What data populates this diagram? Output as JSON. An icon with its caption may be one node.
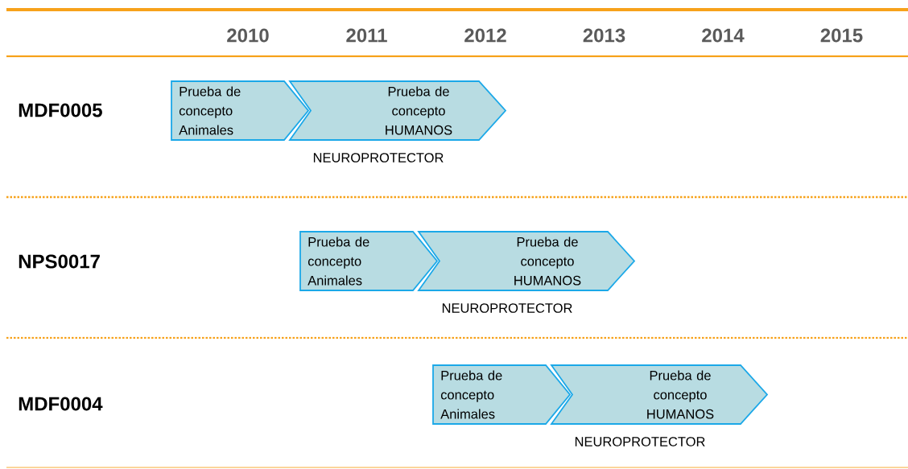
{
  "diagram": {
    "nodes": [
      {
        "text": [
          "Prueba de concepto Animales"
        ]
      },
      {
        "text": [
          "Prueba de concepto HUMANOS"
        ],
        "beside": [
          "NEUROPROTECTOR"
        ]
      },
      {
        "text": [
          "Prueba de concepto Animales"
        ]
      },
      {
        "text": [
          "Prueba de concepto HUMANOS"
        ],
        "beside": [
          "NEUROPROTECTOR"
        ]
      },
      {
        "text": [
          "Prueba de concepto Animales"
        ]
      },
      {
        "text": [
          "Prueba de concepto HUMANOS"
        ],
        "beside": [
          "NEUROPROTECTOR"
        ]
      }
    ],
    "labels": [
      "2010",
      "2011",
      "2012",
      "2013",
      "2014",
      "2015",
      "MDF0005",
      "NPS0017",
      "MDF0004"
    ]
  }
}
